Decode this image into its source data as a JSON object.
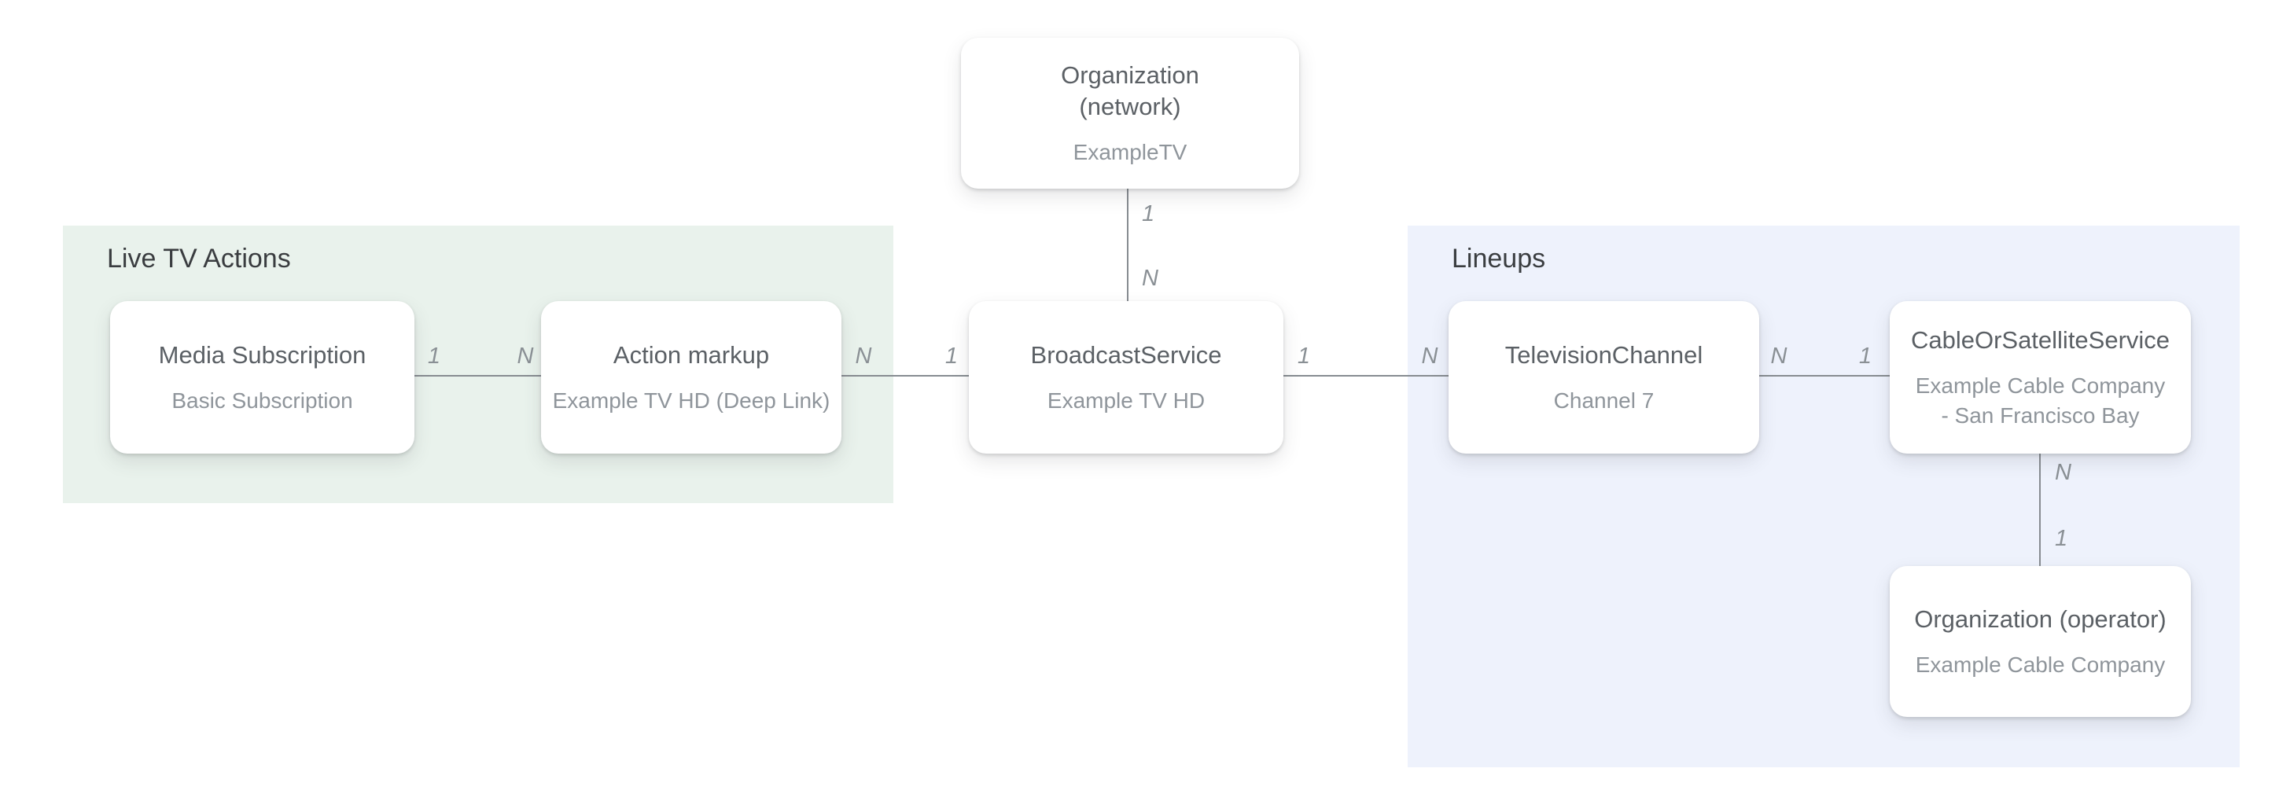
{
  "theme": {
    "canvas_bg": "#ffffff",
    "group_green_bg": "#e9f2ec",
    "group_blue_bg": "#eef2fc",
    "node_bg": "#ffffff",
    "node_title_color": "#5b6065",
    "node_subtitle_color": "#8f959b",
    "group_title_color": "#3a3d40",
    "line_color": "#878c91",
    "cardinality_color": "#8a9095"
  },
  "diagram": {
    "groups": {
      "live_tv_actions": {
        "label": "Live TV Actions"
      },
      "lineups": {
        "label": "Lineups"
      }
    },
    "nodes": {
      "org_network": {
        "title_line1": "Organization",
        "title_line2": "(network)",
        "subtitle": "ExampleTV"
      },
      "media_subscription": {
        "title": "Media Subscription",
        "subtitle": "Basic Subscription"
      },
      "action_markup": {
        "title": "Action markup",
        "subtitle": "Example TV HD (Deep Link)"
      },
      "broadcast_service": {
        "title": "BroadcastService",
        "subtitle": "Example TV HD"
      },
      "television_channel": {
        "title": "TelevisionChannel",
        "subtitle": "Channel 7"
      },
      "cable_or_satellite_service": {
        "title": "CableOrSatelliteService",
        "subtitle": "Example Cable Company - San Francisco Bay"
      },
      "org_operator": {
        "title": "Organization (operator)",
        "subtitle": "Example Cable Company"
      }
    },
    "edges": {
      "network_to_broadcast": {
        "from": "org_network",
        "to": "broadcast_service",
        "start_label": "1",
        "end_label": "N"
      },
      "subscription_to_action": {
        "from": "media_subscription",
        "to": "action_markup",
        "start_label": "1",
        "end_label": "N"
      },
      "action_to_broadcast": {
        "from": "action_markup",
        "to": "broadcast_service",
        "start_label": "N",
        "end_label": "1"
      },
      "broadcast_to_channel": {
        "from": "broadcast_service",
        "to": "television_channel",
        "start_label": "1",
        "end_label": "N"
      },
      "channel_to_cable": {
        "from": "television_channel",
        "to": "cable_or_satellite_service",
        "start_label": "N",
        "end_label": "1"
      },
      "cable_to_operator": {
        "from": "cable_or_satellite_service",
        "to": "org_operator",
        "start_label": "N",
        "end_label": "1"
      }
    }
  }
}
